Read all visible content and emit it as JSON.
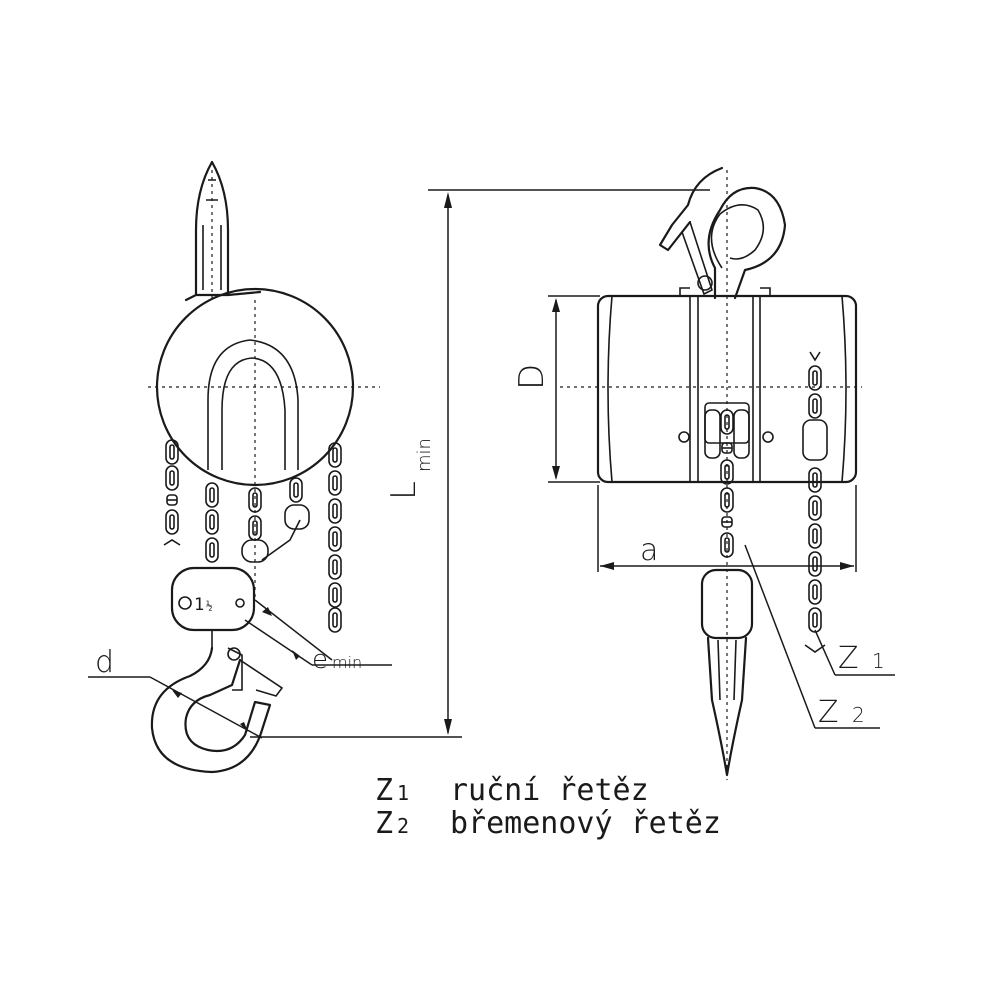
{
  "labels": {
    "d": "d",
    "e_main": "e",
    "e_sub": "min",
    "l_main": "L",
    "l_sub": "min",
    "D": "D",
    "a": "a",
    "z1_main": "Z",
    "z1_sub": "1",
    "z2_main": "Z",
    "z2_sub": "2",
    "block_mark_main": "1",
    "block_mark_frac": "½"
  },
  "legend": [
    {
      "symbol": "Z",
      "sub": "1",
      "text": "ruční řetěz"
    },
    {
      "symbol": "Z",
      "sub": "2",
      "text": "břemenový řetěz"
    }
  ]
}
